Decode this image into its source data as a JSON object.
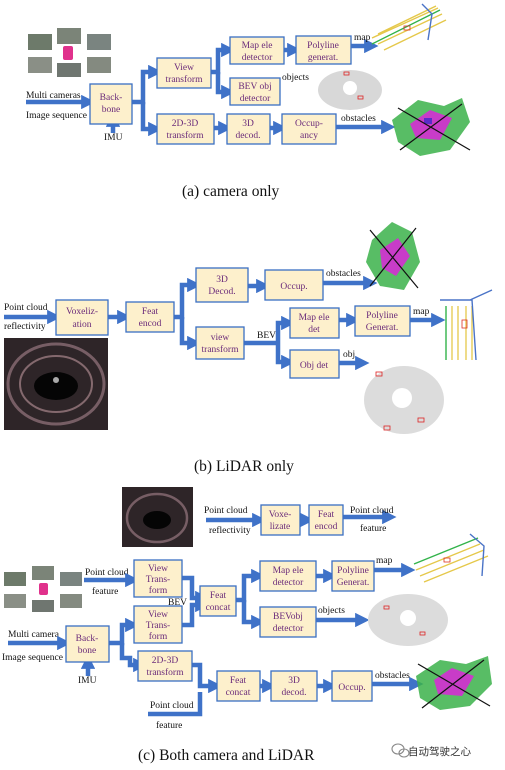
{
  "panel_a": {
    "caption": "(a)    camera only",
    "inputs": {
      "multi_cameras": "Multi cameras",
      "image_sequence": "Image sequence",
      "imu": "IMU"
    },
    "boxes": {
      "backbone": [
        "Back-",
        "bone"
      ],
      "view_transform": [
        "View",
        "transform"
      ],
      "map_ele_detector": [
        "Map ele",
        "detector"
      ],
      "polyline_generat": [
        "Polyline",
        "generat."
      ],
      "bev_obj_detector": [
        "BEV obj",
        "detector"
      ],
      "transform_2d3d": [
        "2D-3D",
        "transform"
      ],
      "decod_3d": [
        "3D",
        "decod."
      ],
      "occupancy": [
        "Occup-",
        "ancy"
      ]
    },
    "outputs": {
      "map": "map",
      "objects": "objects",
      "obstacles": "obstacles"
    }
  },
  "panel_b": {
    "caption": "(b)    LiDAR only",
    "inputs": {
      "point_cloud": "Point cloud",
      "reflectivity": "reflectivity"
    },
    "boxes": {
      "voxelization": [
        "Voxeliz-",
        "ation"
      ],
      "feat_encod": [
        "Feat",
        "encod"
      ],
      "decod_3d": [
        "3D",
        "Decod."
      ],
      "occup": [
        "Occup."
      ],
      "view_transform": [
        "view",
        "transform"
      ],
      "map_ele_det": [
        "Map ele",
        "det"
      ],
      "polyline_generat": [
        "Polyline",
        "Generat."
      ],
      "obj_det": [
        "Obj det"
      ]
    },
    "labels": {
      "bev": "BEV"
    },
    "outputs": {
      "obstacles": "obstacles",
      "map": "map",
      "obj": "obj"
    }
  },
  "panel_c": {
    "caption": "(c)    Both camera and LiDAR",
    "inputs": {
      "point_cloud_top": "Point cloud",
      "reflectivity": "reflectivity",
      "point_cloud_feature_top": "Point cloud",
      "feature_top": "feature",
      "point_cloud_left": "Point cloud",
      "feature_left": "feature",
      "multi_camera": "Multi camera",
      "image_sequence": "Image sequence",
      "imu": "IMU",
      "point_cloud_bottom": "Point cloud",
      "feature_bottom": "feature"
    },
    "boxes": {
      "voxelizate": [
        "Voxe-",
        "lizate"
      ],
      "feat_encod": [
        "Feat",
        "encod"
      ],
      "view_transform_1": [
        "View",
        "Trans-",
        "form"
      ],
      "view_transform_2": [
        "View",
        "Trans-",
        "form"
      ],
      "feat_concat_1": [
        "Feat",
        "concat"
      ],
      "map_ele_detector": [
        "Map ele",
        "detector"
      ],
      "polyline_generat": [
        "Polyline",
        "Generat."
      ],
      "bevobj_detector": [
        "BEVobj",
        "detector"
      ],
      "backbone": [
        "Back-",
        "bone"
      ],
      "transform_2d3d": [
        "2D-3D",
        "transform"
      ],
      "feat_concat_2": [
        "Feat",
        "concat"
      ],
      "decod_3d": [
        "3D",
        "decod."
      ],
      "occup": [
        "Occup."
      ]
    },
    "labels": {
      "bev": "BEV"
    },
    "outputs": {
      "map": "map",
      "objects": "objects",
      "obstacles": "obstacles"
    }
  },
  "watermark": "自动驾驶之心",
  "colors": {
    "box_fill": "#fdf0cc",
    "box_stroke": "#3a6fc4",
    "box_text": "#6a2a7a",
    "arrow": "#3f72c8"
  }
}
